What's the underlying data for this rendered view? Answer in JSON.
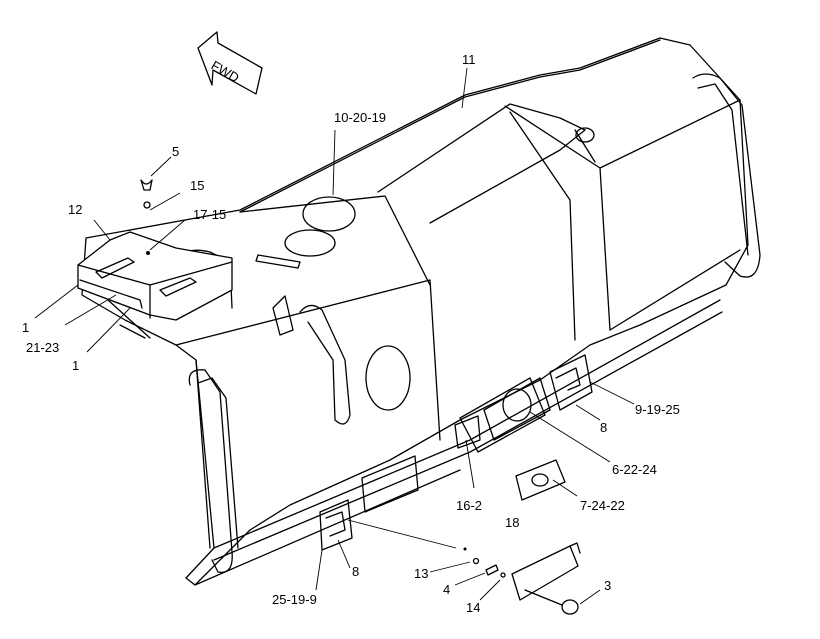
{
  "fwd_label": "FWD",
  "callouts": {
    "c11": "11",
    "c10_20_19": "10-20-19",
    "c5": "5",
    "c15": "15",
    "c12": "12",
    "c17_15": "17-15",
    "c1_a": "1",
    "c21_23": "21-23",
    "c1_b": "1",
    "c9_19_25": "9-19-25",
    "c8_a": "8",
    "c6_22_24": "6-22-24",
    "c16_2": "16-2",
    "c7_24_22": "7-24-22",
    "c18": "18",
    "c13": "13",
    "c4": "4",
    "c14": "14",
    "c3": "3",
    "c25_19_9": "25-19-9",
    "c8_b": "8"
  }
}
